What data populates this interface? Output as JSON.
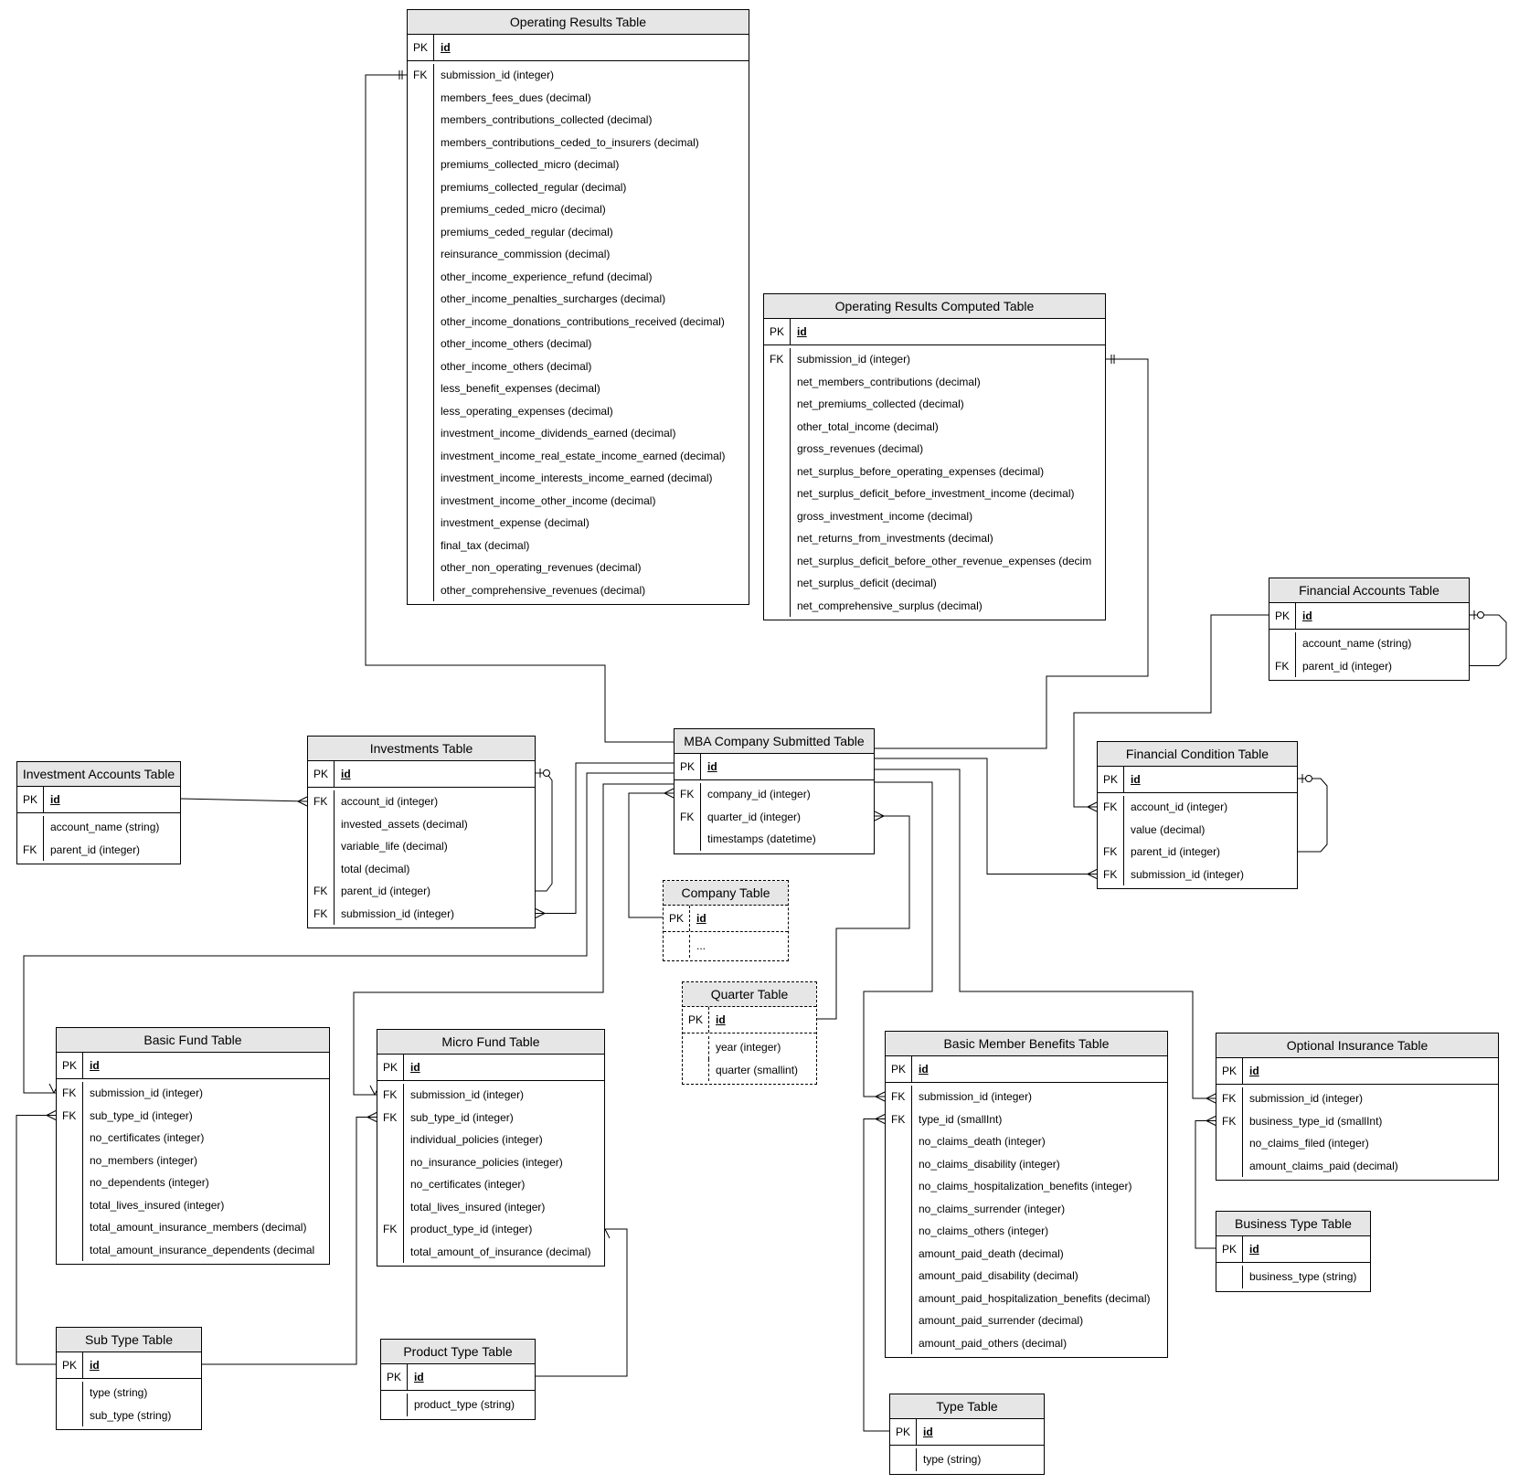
{
  "tables": [
    {
      "id": "operating_results",
      "title": "Operating Results Table",
      "pk": "id",
      "rows": [
        {
          "key": "FK",
          "name": "submission_id (integer)"
        },
        {
          "key": "",
          "name": "members_fees_dues (decimal)"
        },
        {
          "key": "",
          "name": "members_contributions_collected (decimal)"
        },
        {
          "key": "",
          "name": "members_contributions_ceded_to_insurers (decimal)"
        },
        {
          "key": "",
          "name": "premiums_collected_micro (decimal)"
        },
        {
          "key": "",
          "name": "premiums_collected_regular (decimal)"
        },
        {
          "key": "",
          "name": "premiums_ceded_micro (decimal)"
        },
        {
          "key": "",
          "name": "premiums_ceded_regular (decimal)"
        },
        {
          "key": "",
          "name": "reinsurance_commission (decimal)"
        },
        {
          "key": "",
          "name": "other_income_experience_refund (decimal)"
        },
        {
          "key": "",
          "name": "other_income_penalties_surcharges (decimal)"
        },
        {
          "key": "",
          "name": "other_income_donations_contributions_received (decimal)"
        },
        {
          "key": "",
          "name": "other_income_others (decimal)"
        },
        {
          "key": "",
          "name": "other_income_others (decimal)"
        },
        {
          "key": "",
          "name": "less_benefit_expenses (decimal)"
        },
        {
          "key": "",
          "name": "less_operating_expenses (decimal)"
        },
        {
          "key": "",
          "name": "investment_income_dividends_earned (decimal)"
        },
        {
          "key": "",
          "name": "investment_income_real_estate_income_earned (decimal)"
        },
        {
          "key": "",
          "name": "investment_income_interests_income_earned (decimal)"
        },
        {
          "key": "",
          "name": "investment_income_other_income (decimal)"
        },
        {
          "key": "",
          "name": "investment_expense (decimal)"
        },
        {
          "key": "",
          "name": "final_tax (decimal)"
        },
        {
          "key": "",
          "name": "other_non_operating_revenues (decimal)"
        },
        {
          "key": "",
          "name": "other_comprehensive_revenues (decimal)"
        }
      ]
    },
    {
      "id": "operating_results_computed",
      "title": "Operating Results Computed Table",
      "pk": "id",
      "rows": [
        {
          "key": "FK",
          "name": "submission_id (integer)"
        },
        {
          "key": "",
          "name": "net_members_contributions (decimal)"
        },
        {
          "key": "",
          "name": "net_premiums_collected (decimal)"
        },
        {
          "key": "",
          "name": "other_total_income (decimal)"
        },
        {
          "key": "",
          "name": "gross_revenues (decimal)"
        },
        {
          "key": "",
          "name": "net_surplus_before_operating_expenses (decimal)"
        },
        {
          "key": "",
          "name": "net_surplus_deficit_before_investment_income (decimal)"
        },
        {
          "key": "",
          "name": "gross_investment_income (decimal)"
        },
        {
          "key": "",
          "name": "net_returns_from_investments (decimal)"
        },
        {
          "key": "",
          "name": "net_surplus_deficit_before_other_revenue_expenses (decim"
        },
        {
          "key": "",
          "name": "net_surplus_deficit (decimal)"
        },
        {
          "key": "",
          "name": "net_comprehensive_surplus (decimal)"
        }
      ]
    },
    {
      "id": "financial_accounts",
      "title": "Financial Accounts Table",
      "pk": "id",
      "rows": [
        {
          "key": "",
          "name": "account_name (string)"
        },
        {
          "key": "FK",
          "name": "parent_id (integer)"
        }
      ]
    },
    {
      "id": "investment_accounts",
      "title": "Investment Accounts Table",
      "pk": "id",
      "rows": [
        {
          "key": "",
          "name": "account_name (string)"
        },
        {
          "key": "FK",
          "name": "parent_id (integer)"
        }
      ]
    },
    {
      "id": "investments",
      "title": "Investments Table",
      "pk": "id",
      "rows": [
        {
          "key": "FK",
          "name": "account_id (integer)"
        },
        {
          "key": "",
          "name": "invested_assets (decimal)"
        },
        {
          "key": "",
          "name": "variable_life (decimal)"
        },
        {
          "key": "",
          "name": "total (decimal)"
        },
        {
          "key": "FK",
          "name": "parent_id (integer)"
        },
        {
          "key": "FK",
          "name": "submission_id (integer)"
        }
      ]
    },
    {
      "id": "mba_company_submitted",
      "title": "MBA Company Submitted Table",
      "pk": "id",
      "rows": [
        {
          "key": "FK",
          "name": "company_id (integer)"
        },
        {
          "key": "FK",
          "name": "quarter_id (integer)"
        },
        {
          "key": "",
          "name": "timestamps (datetime)"
        }
      ]
    },
    {
      "id": "financial_condition",
      "title": "Financial Condition Table",
      "pk": "id",
      "rows": [
        {
          "key": "FK",
          "name": "account_id (integer)"
        },
        {
          "key": "",
          "name": "value (decimal)"
        },
        {
          "key": "FK",
          "name": "parent_id (integer)"
        },
        {
          "key": "FK",
          "name": "submission_id (integer)"
        }
      ]
    },
    {
      "id": "company",
      "title": "Company Table",
      "pk": "id",
      "rows": [
        {
          "key": "",
          "name": "..."
        }
      ]
    },
    {
      "id": "quarter",
      "title": "Quarter Table",
      "pk": "id",
      "rows": [
        {
          "key": "",
          "name": "year (integer)"
        },
        {
          "key": "",
          "name": "quarter (smallint)"
        }
      ]
    },
    {
      "id": "basic_fund",
      "title": "Basic Fund Table",
      "pk": "id",
      "rows": [
        {
          "key": "FK",
          "name": "submission_id (integer)"
        },
        {
          "key": "FK",
          "name": "sub_type_id (integer)"
        },
        {
          "key": "",
          "name": "no_certificates (integer)"
        },
        {
          "key": "",
          "name": "no_members (integer)"
        },
        {
          "key": "",
          "name": "no_dependents (integer)"
        },
        {
          "key": "",
          "name": "total_lives_insured (integer)"
        },
        {
          "key": "",
          "name": "total_amount_insurance_members (decimal)"
        },
        {
          "key": "",
          "name": "total_amount_insurance_dependents (decimal"
        }
      ]
    },
    {
      "id": "micro_fund",
      "title": "Micro Fund Table",
      "pk": "id",
      "rows": [
        {
          "key": "FK",
          "name": "submission_id (integer)"
        },
        {
          "key": "FK",
          "name": "sub_type_id (integer)"
        },
        {
          "key": "",
          "name": "individual_policies (integer)"
        },
        {
          "key": "",
          "name": "no_insurance_policies (integer)"
        },
        {
          "key": "",
          "name": "no_certificates (integer)"
        },
        {
          "key": "",
          "name": "total_lives_insured (integer)"
        },
        {
          "key": "FK",
          "name": "product_type_id (integer)"
        },
        {
          "key": "",
          "name": "total_amount_of_insurance (decimal)"
        }
      ]
    },
    {
      "id": "basic_member_benefits",
      "title": "Basic Member Benefits Table",
      "pk": "id",
      "rows": [
        {
          "key": "FK",
          "name": "submission_id (integer)"
        },
        {
          "key": "FK",
          "name": "type_id (smallInt)"
        },
        {
          "key": "",
          "name": "no_claims_death (integer)"
        },
        {
          "key": "",
          "name": "no_claims_disability (integer)"
        },
        {
          "key": "",
          "name": "no_claims_hospitalization_benefits (integer)"
        },
        {
          "key": "",
          "name": "no_claims_surrender (integer)"
        },
        {
          "key": "",
          "name": "no_claims_others (integer)"
        },
        {
          "key": "",
          "name": "amount_paid_death (decimal)"
        },
        {
          "key": "",
          "name": "amount_paid_disability (decimal)"
        },
        {
          "key": "",
          "name": "amount_paid_hospitalization_benefits (decimal)"
        },
        {
          "key": "",
          "name": "amount_paid_surrender (decimal)"
        },
        {
          "key": "",
          "name": "amount_paid_others (decimal)"
        }
      ]
    },
    {
      "id": "optional_insurance",
      "title": "Optional Insurance Table",
      "pk": "id",
      "rows": [
        {
          "key": "FK",
          "name": "submission_id (integer)"
        },
        {
          "key": "FK",
          "name": "business_type_id (smallInt)"
        },
        {
          "key": "",
          "name": "no_claims_filed (integer)"
        },
        {
          "key": "",
          "name": "amount_claims_paid (decimal)"
        }
      ]
    },
    {
      "id": "business_type",
      "title": "Business Type Table",
      "pk": "id",
      "rows": [
        {
          "key": "",
          "name": "business_type (string)"
        }
      ]
    },
    {
      "id": "sub_type",
      "title": "Sub Type Table",
      "pk": "id",
      "rows": [
        {
          "key": "",
          "name": "type (string)"
        },
        {
          "key": "",
          "name": "sub_type (string)"
        }
      ]
    },
    {
      "id": "product_type",
      "title": "Product Type Table",
      "pk": "id",
      "rows": [
        {
          "key": "",
          "name": "product_type (string)"
        }
      ]
    },
    {
      "id": "type",
      "title": "Type Table",
      "pk": "id",
      "rows": [
        {
          "key": "",
          "name": "type (string)"
        }
      ]
    }
  ],
  "pk_label": "PK"
}
